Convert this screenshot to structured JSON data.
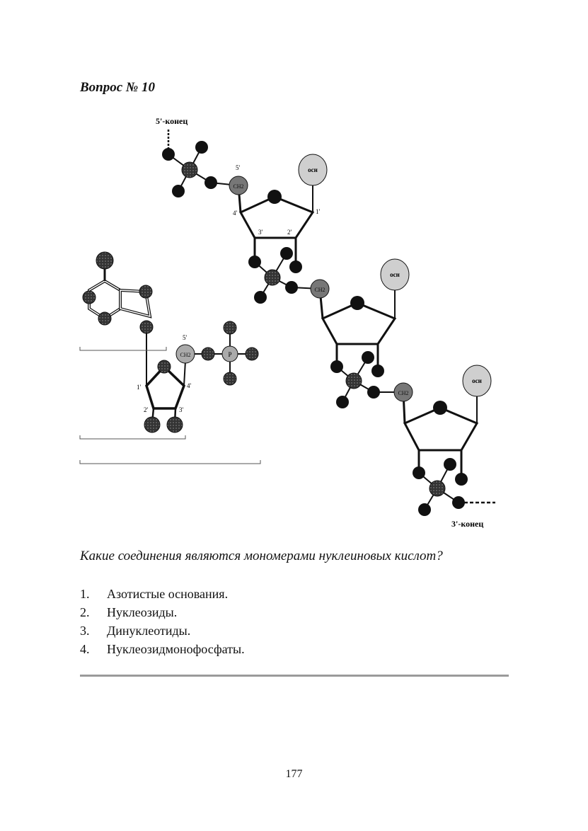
{
  "question": {
    "title": "Вопрос № 10",
    "text": "Какие соединения являются мономерами  нуклеиновых кислот?"
  },
  "figure": {
    "end_5_label": "5'-конец",
    "end_3_label": "3'-конец",
    "base_label": "осн",
    "ch2_label": "CH2",
    "p_label": "P",
    "prime_5": "5'",
    "prime_4": "4'",
    "prime_3": "3'",
    "prime_2": "2'",
    "prime_1": "1'"
  },
  "answers": [
    {
      "num": "1.",
      "text": "Азотистые основания."
    },
    {
      "num": "2.",
      "text": "Нуклеозиды."
    },
    {
      "num": "3.",
      "text": "Динуклеотиды."
    },
    {
      "num": "4.",
      "text": "Нуклеозидмонофосфаты."
    }
  ],
  "page_number": "177"
}
